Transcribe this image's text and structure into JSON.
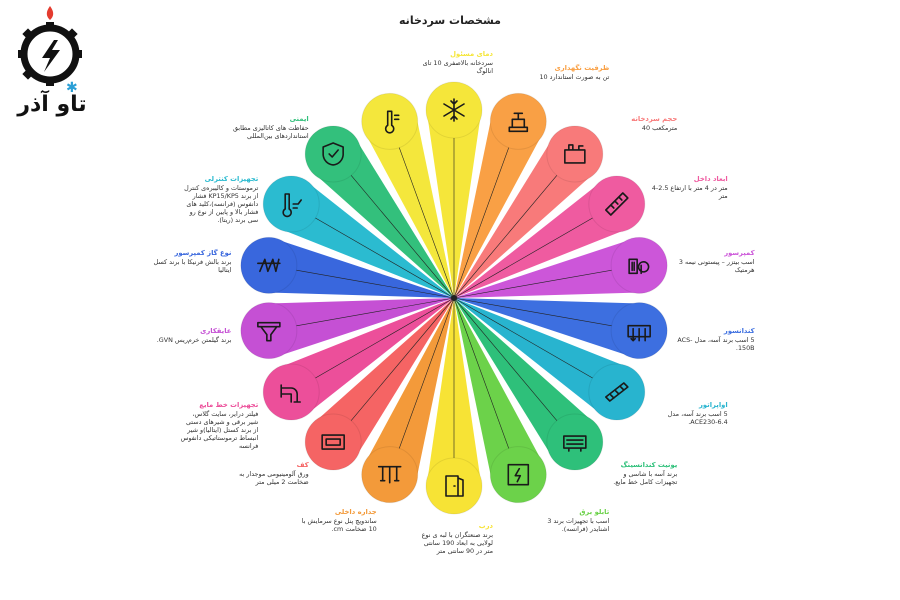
{
  "title": "مشخصات سردخانه",
  "logo": {
    "text": "تاو آذر"
  },
  "colors": {
    "accent_red": "#e43b2f",
    "accent_blue": "#2a9fd6",
    "hub": "#222222"
  },
  "items": [
    {
      "id": "cool",
      "title": "دمای مسئول",
      "desc": "سردخانه بالاصفری 10 تای انالوگ",
      "color": "#f5e63a",
      "icon": "snowflake-icon"
    },
    {
      "id": "capacity",
      "title": "ظرفیت نگهداری",
      "desc": "تن به صورت استاندارد 10",
      "color": "#f9a045",
      "icon": "scale-icon"
    },
    {
      "id": "volume",
      "title": "حجم سردخانه",
      "desc": "مترمکعب 40",
      "color": "#f87a7a",
      "icon": "box-icon"
    },
    {
      "id": "dimensions",
      "title": "ابعاد داخل",
      "desc": "متر در 4 متر با ارتفاع 2.5-4 متر",
      "color": "#ef5ba0",
      "icon": "ruler-icon"
    },
    {
      "id": "compressor",
      "title": "کمپرسور",
      "desc": "اسب بیتزر – پیستونی نیمه 3 هرمتیک",
      "color": "#cc56d9",
      "icon": "compressor-icon"
    },
    {
      "id": "condenser",
      "title": "کندانسور",
      "desc": "5 اسب برند آسه، مدل ACS-150B.",
      "color": "#3d6fe0",
      "icon": "condenser-icon"
    },
    {
      "id": "evaporator",
      "title": "اواپراتور",
      "desc": "5 اسب برند آسه، مدل ACE230-6.4.",
      "color": "#28b4cf",
      "icon": "evaporator-icon"
    },
    {
      "id": "cond_unit",
      "title": "یونیت کندانسینگ",
      "desc": "برند آسه با شاسی و تجهیزات کامل خط مایع.",
      "color": "#2ec07a",
      "icon": "unit-icon"
    },
    {
      "id": "electric",
      "title": "تابلو برق",
      "desc": "اسب با تجهیزات برند 3 اشنایدر (فرانسه).",
      "color": "#6cd24a",
      "icon": "electric-panel-icon"
    },
    {
      "id": "door",
      "title": "درب",
      "desc": "برند صنعتگران با لبه ی نوع لولایی به ابعاد 190 سانتی متر در 90 سانتی متر",
      "color": "#f7e335",
      "icon": "door-icon"
    },
    {
      "id": "walls",
      "title": "جداره داخلی",
      "desc": "ساندویچ پنل نوع سرمایش با 10 ضخامت cm.",
      "color": "#f39a3a",
      "icon": "wall-panel-icon"
    },
    {
      "id": "floor",
      "title": "کف",
      "desc": "ورق آلومینیومی موجدار به ضخامت 2 میلی متر",
      "color": "#f56464",
      "icon": "floor-icon"
    },
    {
      "id": "lines",
      "title": "تجهیزات خط مایع",
      "desc": "فیلتر درایر، سایت گلاس، شیر برقی و شیرهای دستی از برند کستل (ایتالیا)و شیر انبساط ترموستاتیکی دانفوس فرانسه",
      "color": "#ec4f9a",
      "icon": "pipe-icon"
    },
    {
      "id": "insulation",
      "title": "عایقکاری",
      "desc": "برند گیلمتن خرم‌ریس GVN.",
      "color": "#c550d4",
      "icon": "funnel-icon"
    },
    {
      "id": "compressor_type",
      "title": "نوع گاز کمپرسور",
      "desc": "برند بالش فرنیکا با برند کسل ایتالیا",
      "color": "#3967dd",
      "icon": "coil-icon"
    },
    {
      "id": "control",
      "title": "تجهیزات کنترلی",
      "desc": "ترموستات و کالیبره‌ی کنترل از برند KP15/KP5 فشار دانفوس (فرانسه)،کلید های فشار بالا و پایین از نوع رو سی برند (ریتا).",
      "color": "#2bbbd0",
      "icon": "thermometer-icon"
    },
    {
      "id": "safety",
      "title": "ایمنی",
      "desc": "حفاظت های کاتالیزی مطابق استانداردهای بین‌المللی",
      "color": "#33c07c",
      "icon": "shield-icon"
    },
    {
      "id": "extra",
      "title": "",
      "desc": "",
      "color": "#f4e73c",
      "icon": "thermo-gauge-icon"
    }
  ]
}
